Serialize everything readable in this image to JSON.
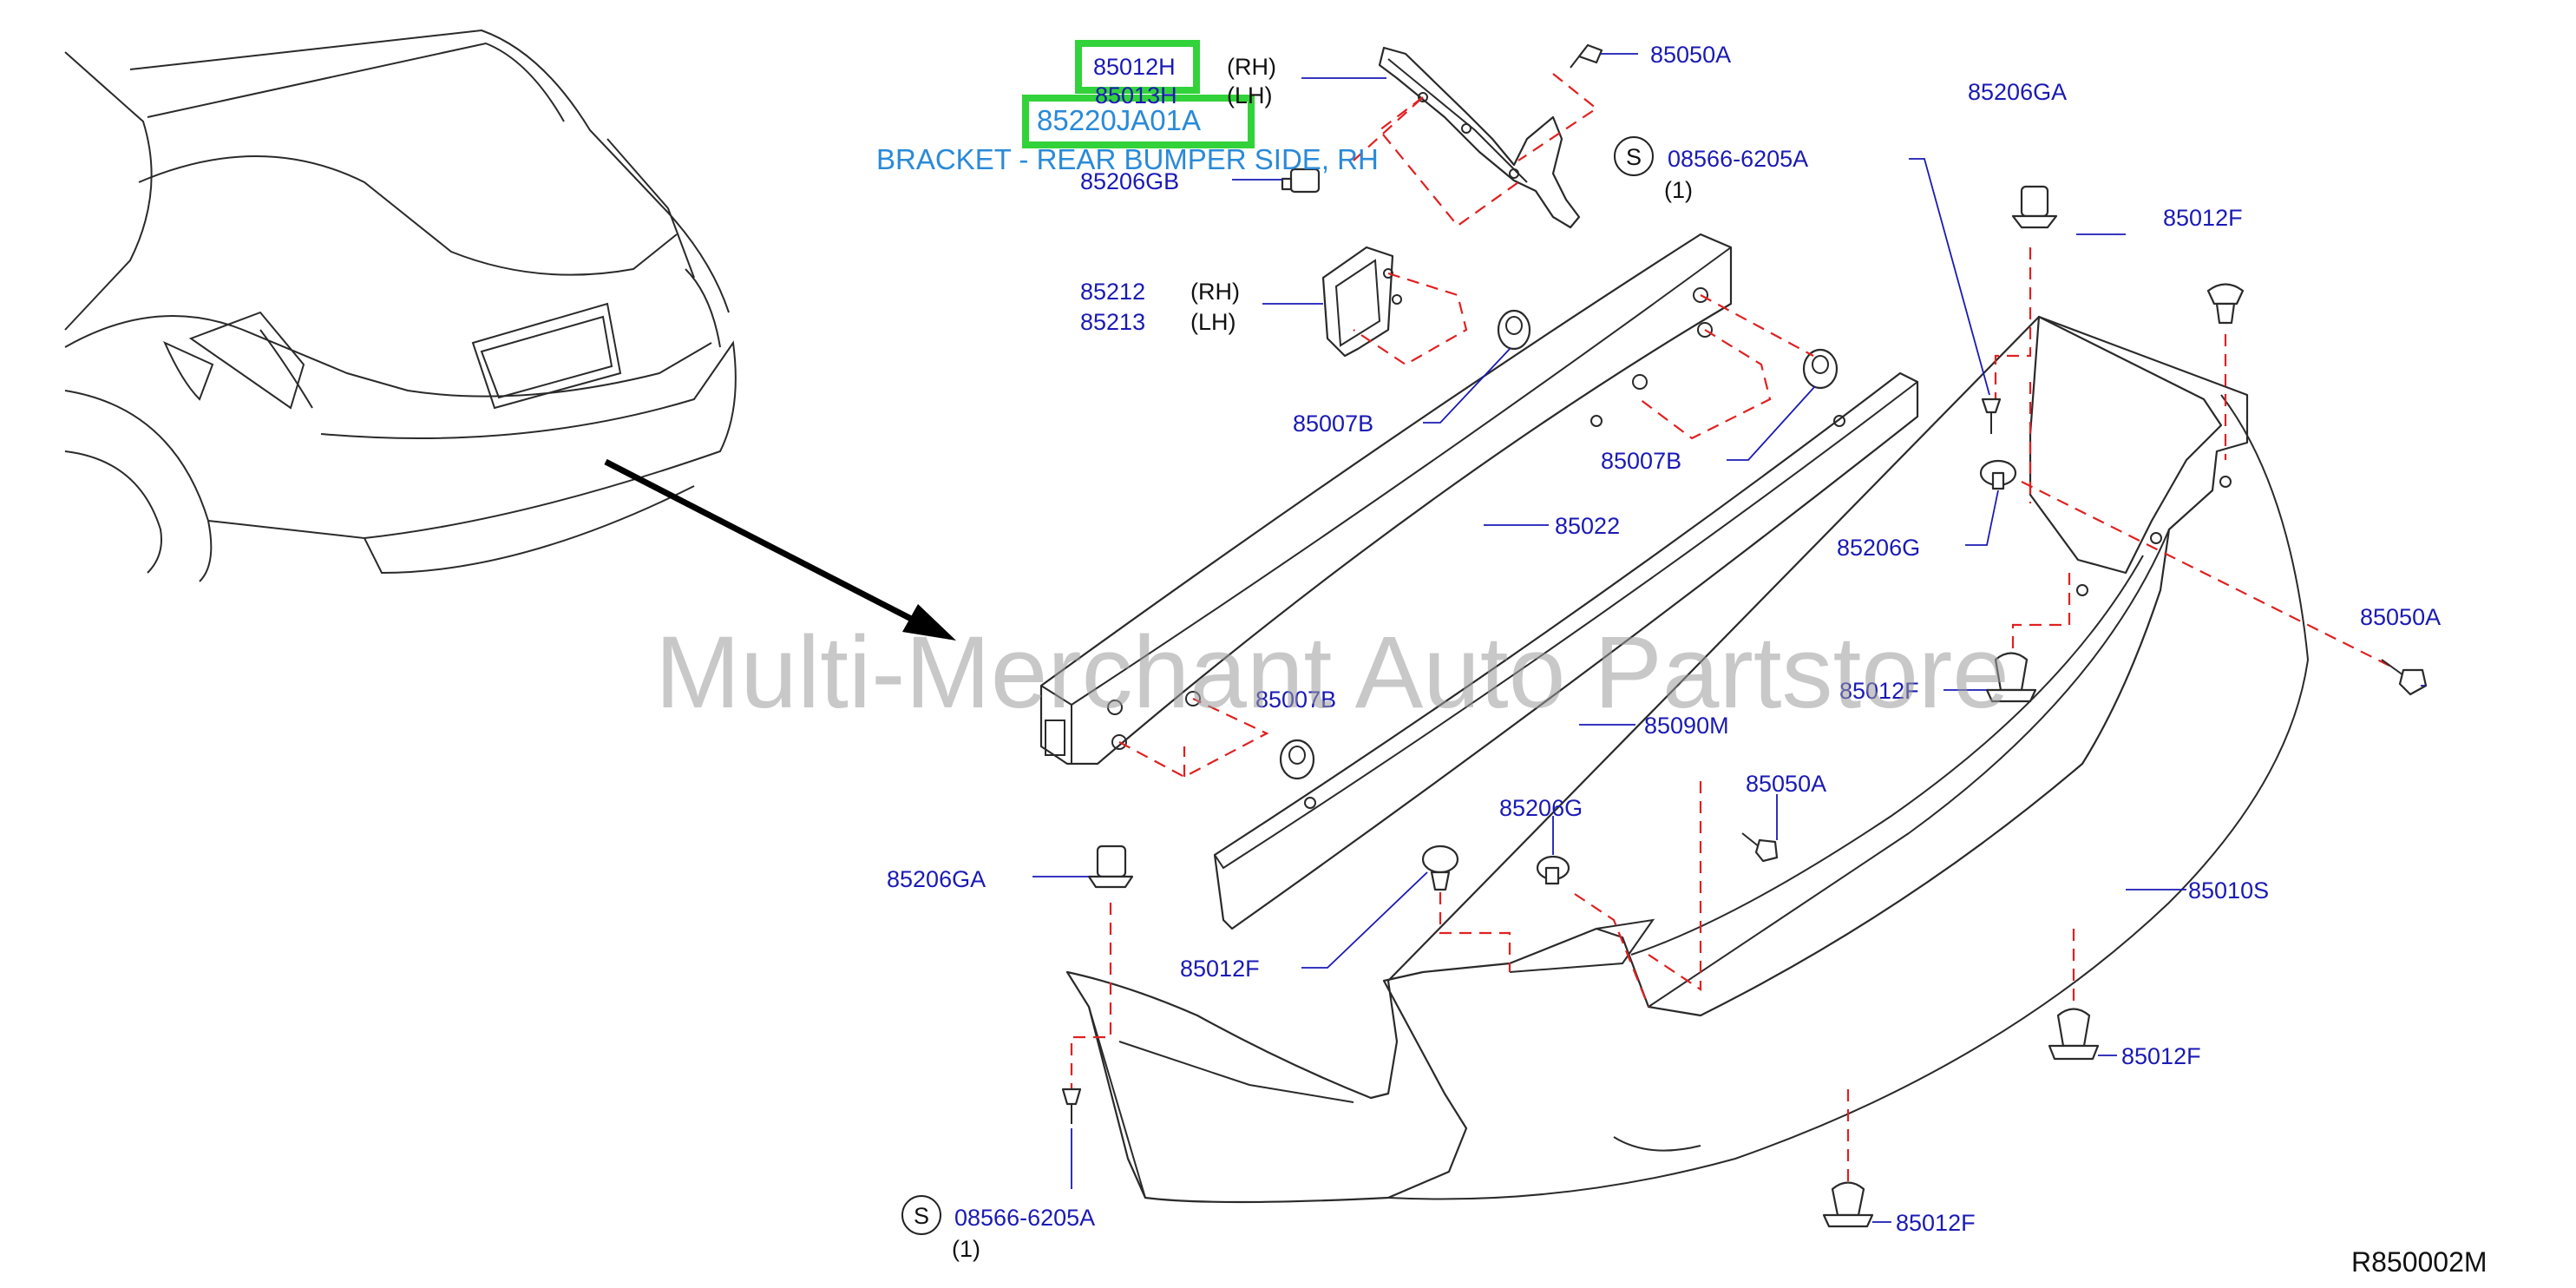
{
  "watermark": "Multi-Merchant Auto Partstore",
  "diagram_code": "R850002M",
  "callout": {
    "part_number": "85220JA01A",
    "description": "BRACKET - REAR BUMPER SIDE, RH"
  },
  "labels": {
    "p85012H": "85012H",
    "rh": "(RH)",
    "p85013H": "85013H",
    "lh": "(LH)",
    "p85206GB": "85206GB",
    "p85050A_top": "85050A",
    "s_top": "S",
    "p08566_top": "08566-6205A",
    "qty_top": "(1)",
    "p85212": "85212",
    "rh2": "(RH)",
    "p85213": "85213",
    "lh2": "(LH)",
    "p85007B_a": "85007B",
    "p85007B_b": "85007B",
    "p85007B_c": "85007B",
    "p85206GA_top": "85206GA",
    "p85012F_a": "85012F",
    "p85206G_a": "85206G",
    "p85022": "85022",
    "p85050A_right": "85050A",
    "p85012F_b": "85012F",
    "p85090M": "85090M",
    "p85050A_mid": "85050A",
    "p85206G_b": "85206G",
    "p85206GA_left": "85206GA",
    "p85012F_c": "85012F",
    "p85010S": "85010S",
    "p85012F_d": "85012F",
    "s_bottom": "S",
    "p08566_bottom": "08566-6205A",
    "qty_bottom": "(1)",
    "p85012F_e": "85012F"
  },
  "colors": {
    "label_blue": "#1a1ab4",
    "highlight_green": "#32d23a",
    "callout_blue": "#2a8ad8",
    "dash_red": "#e02020"
  },
  "icons": [
    "clip-icon",
    "bolt-icon",
    "screw-icon",
    "nut-icon"
  ]
}
